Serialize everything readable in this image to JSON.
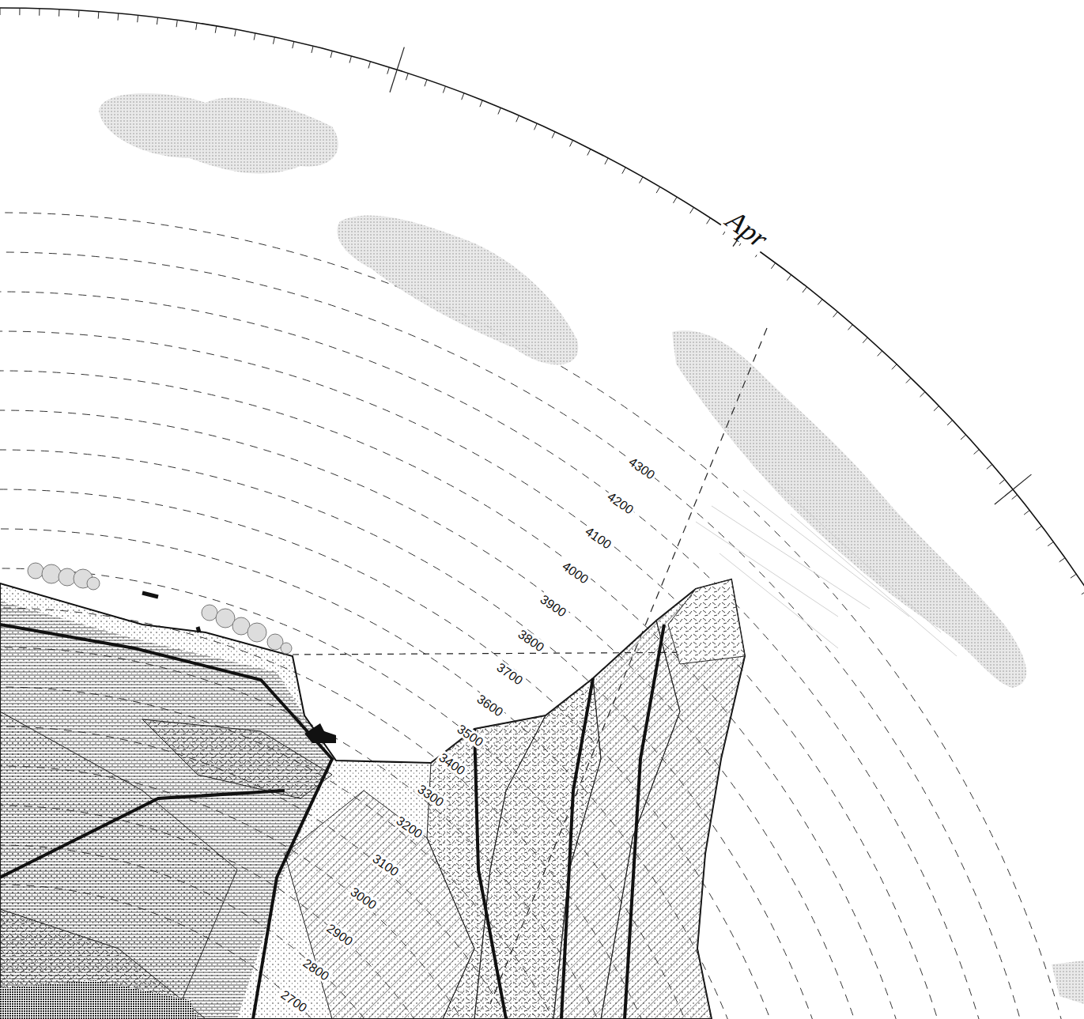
{
  "diagram": {
    "labels": [
      "Apr",
      "4300",
      "4200",
      "4100",
      "4000",
      "3900",
      "3800",
      "3700",
      "3600",
      "3500",
      "3400",
      "3300",
      "3200",
      "3100",
      "3000",
      "2900",
      "2800",
      "2700"
    ]
  }
}
